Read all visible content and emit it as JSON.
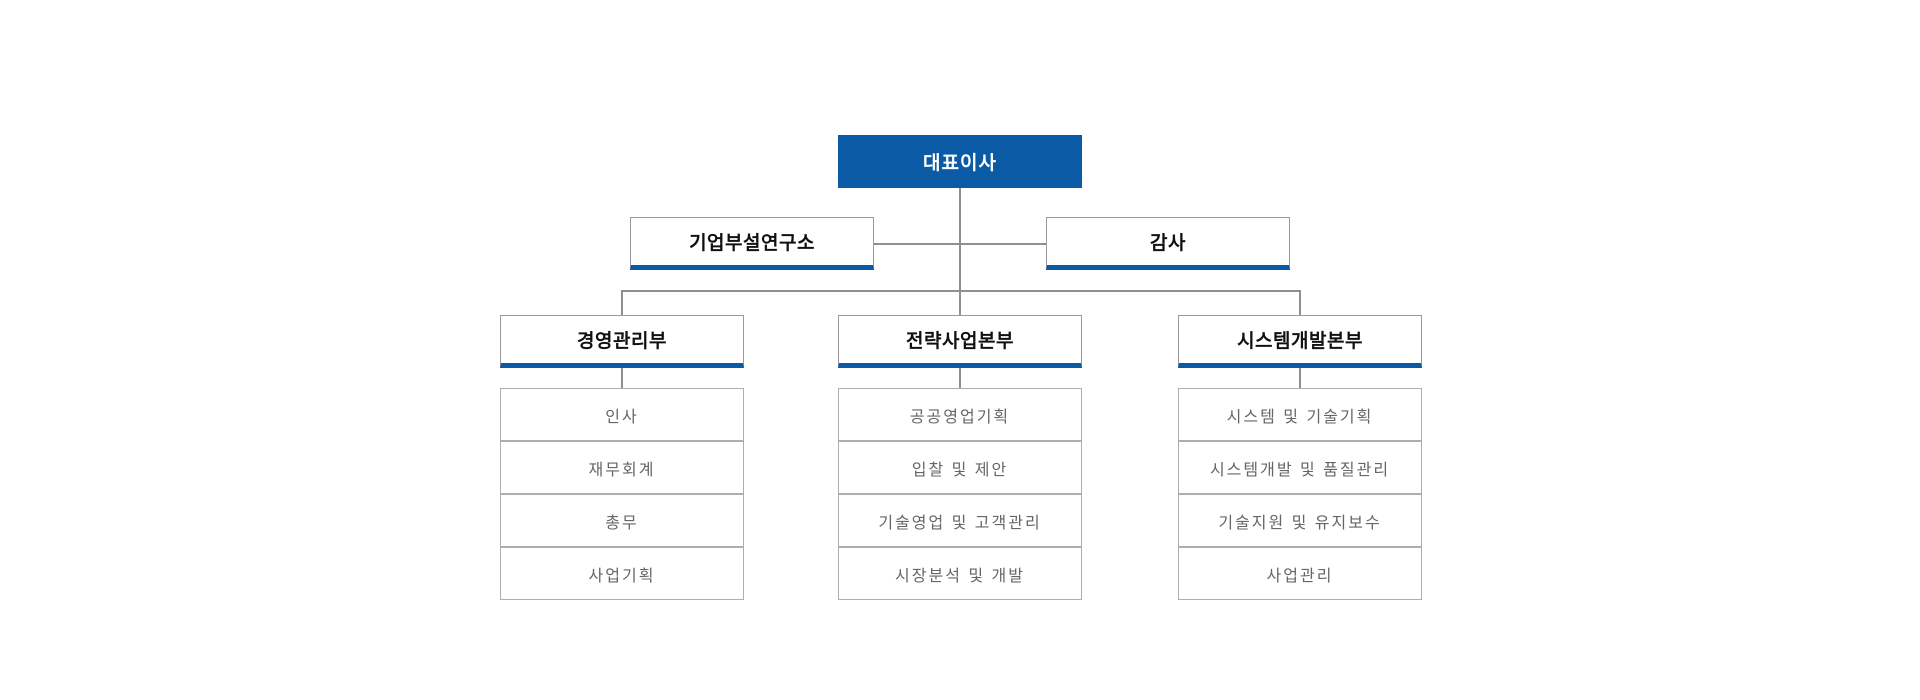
{
  "colors": {
    "primary_blue": "#0b5aa6",
    "connector_gray": "#8f8f8f",
    "box_border_gray": "#9b9b9b",
    "cell_border_gray": "#aeaeae",
    "title_text": "#111111",
    "cell_text": "#666666",
    "page_bg": "#ffffff"
  },
  "org_chart": {
    "type": "organization-chart",
    "ceo": {
      "label": "대표이사"
    },
    "staff": [
      {
        "label": "기업부설연구소"
      },
      {
        "label": "감사"
      }
    ],
    "departments": [
      {
        "title": "경영관리부",
        "teams": [
          "인사",
          "재무회계",
          "총무",
          "사업기획"
        ]
      },
      {
        "title": "전략사업본부",
        "teams": [
          "공공영업기획",
          "입찰 및 제안",
          "기술영업 및 고객관리",
          "시장분석 및 개발"
        ]
      },
      {
        "title": "시스템개발본부",
        "teams": [
          "시스템 및 기술기획",
          "시스템개발 및 품질관리",
          "기술지원 및 유지보수",
          "사업관리"
        ]
      }
    ]
  }
}
